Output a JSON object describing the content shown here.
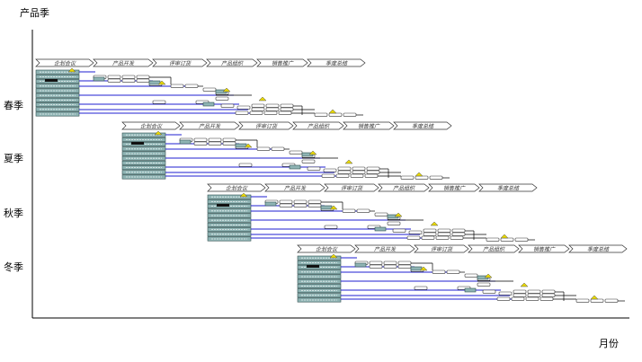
{
  "axes": {
    "y_title": "产品季",
    "x_title": "月份"
  },
  "seasons": [
    {
      "label": "春季"
    },
    {
      "label": "夏季"
    },
    {
      "label": "秋季"
    },
    {
      "label": "冬季"
    }
  ],
  "stages": [
    "企划会议",
    "产品开发",
    "评审订货",
    "产品组织",
    "销售推广",
    "季度总结"
  ],
  "colors": {
    "line_blue": "#1f1fd0",
    "box_fill": "#8fb4b4",
    "box_dark": "#2f4f4f",
    "marker": "#e8d800"
  }
}
